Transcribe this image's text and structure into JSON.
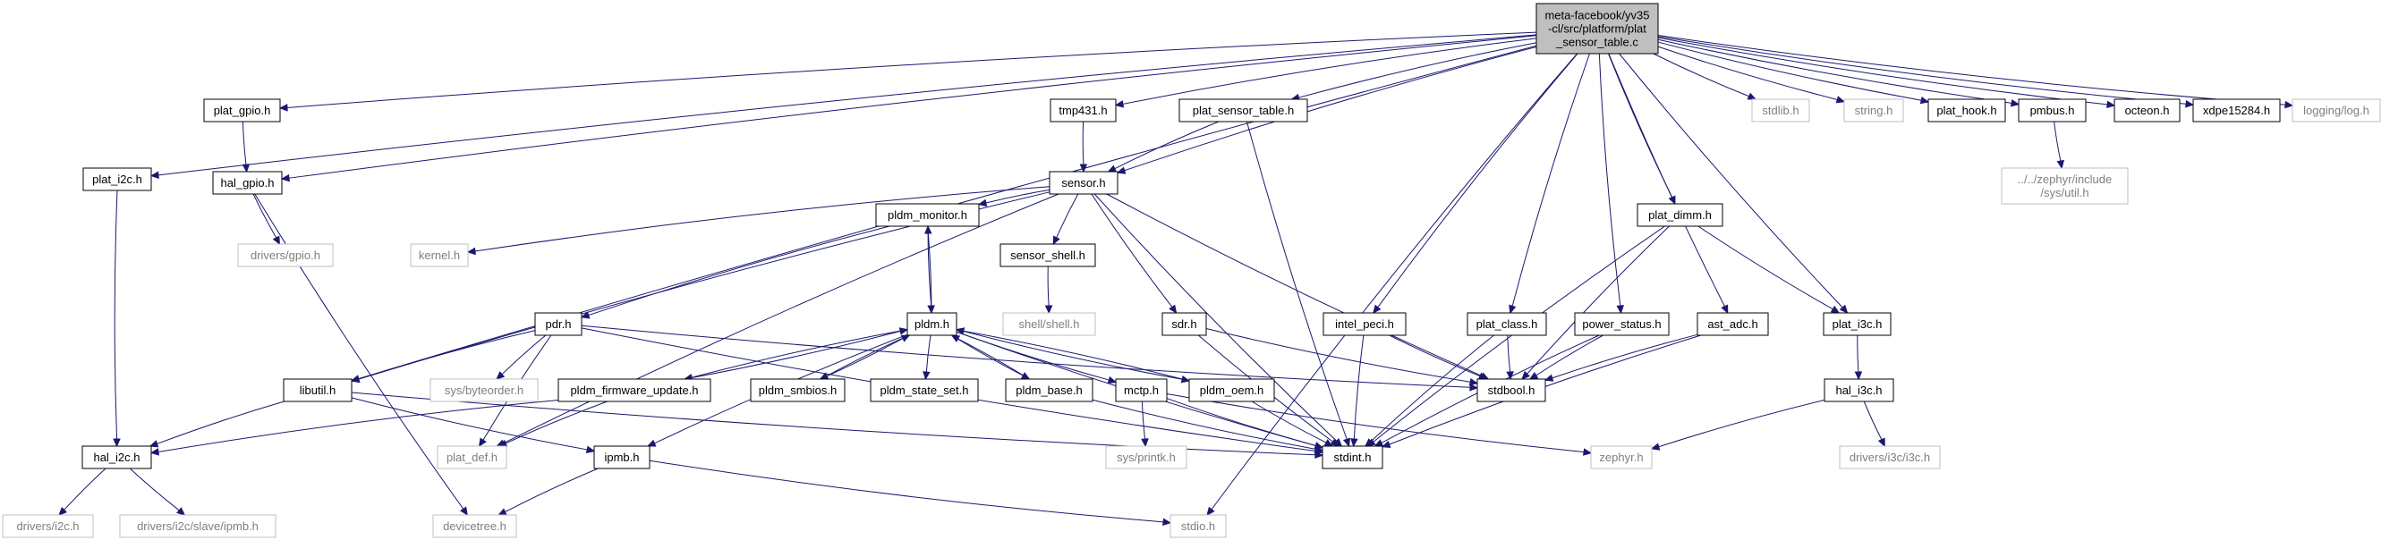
{
  "graph": {
    "type": "include-dependency-graph",
    "colors": {
      "edge": "#191970",
      "root_fill": "#bfbfbf",
      "node_border": "#000000",
      "external_border": "#bfbfbf",
      "external_text": "#7f7f7f"
    },
    "nodes": [
      {
        "id": "root",
        "lines": [
          "meta-facebook/yv35",
          "-cl/src/platform/plat",
          "_sensor_table.c"
        ],
        "kind": "root"
      },
      {
        "id": "plat_i2c_h",
        "lines": [
          "plat_i2c.h"
        ],
        "kind": "file"
      },
      {
        "id": "plat_gpio_h",
        "lines": [
          "plat_gpio.h"
        ],
        "kind": "file"
      },
      {
        "id": "hal_gpio_h",
        "lines": [
          "hal_gpio.h"
        ],
        "kind": "file"
      },
      {
        "id": "drivers_gpio_h",
        "lines": [
          "drivers/gpio.h"
        ],
        "kind": "ext"
      },
      {
        "id": "tmp431_h",
        "lines": [
          "tmp431.h"
        ],
        "kind": "file"
      },
      {
        "id": "plat_sensor_table_h",
        "lines": [
          "plat_sensor_table.h"
        ],
        "kind": "file"
      },
      {
        "id": "sensor_h",
        "lines": [
          "sensor.h"
        ],
        "kind": "file"
      },
      {
        "id": "kernel_h",
        "lines": [
          "kernel.h"
        ],
        "kind": "ext"
      },
      {
        "id": "pldm_monitor_h",
        "lines": [
          "pldm_monitor.h"
        ],
        "kind": "file"
      },
      {
        "id": "sensor_shell_h",
        "lines": [
          "sensor_shell.h"
        ],
        "kind": "file"
      },
      {
        "id": "shell_shell_h",
        "lines": [
          "shell/shell.h"
        ],
        "kind": "ext"
      },
      {
        "id": "pdr_h",
        "lines": [
          "pdr.h"
        ],
        "kind": "file"
      },
      {
        "id": "pldm_h",
        "lines": [
          "pldm.h"
        ],
        "kind": "file"
      },
      {
        "id": "sdr_h",
        "lines": [
          "sdr.h"
        ],
        "kind": "file"
      },
      {
        "id": "intel_peci_h",
        "lines": [
          "intel_peci.h"
        ],
        "kind": "file"
      },
      {
        "id": "plat_class_h",
        "lines": [
          "plat_class.h"
        ],
        "kind": "file"
      },
      {
        "id": "power_status_h",
        "lines": [
          "power_status.h"
        ],
        "kind": "file"
      },
      {
        "id": "ast_adc_h",
        "lines": [
          "ast_adc.h"
        ],
        "kind": "file"
      },
      {
        "id": "plat_dimm_h",
        "lines": [
          "plat_dimm.h"
        ],
        "kind": "file"
      },
      {
        "id": "plat_i3c_h",
        "lines": [
          "plat_i3c.h"
        ],
        "kind": "file"
      },
      {
        "id": "hal_i3c_h",
        "lines": [
          "hal_i3c.h"
        ],
        "kind": "file"
      },
      {
        "id": "drivers_i3c_h",
        "lines": [
          "drivers/i3c/i3c.h"
        ],
        "kind": "ext"
      },
      {
        "id": "stdlib_h",
        "lines": [
          "stdlib.h"
        ],
        "kind": "ext"
      },
      {
        "id": "string_h",
        "lines": [
          "string.h"
        ],
        "kind": "ext"
      },
      {
        "id": "plat_hook_h",
        "lines": [
          "plat_hook.h"
        ],
        "kind": "file"
      },
      {
        "id": "pmbus_h",
        "lines": [
          "pmbus.h"
        ],
        "kind": "file"
      },
      {
        "id": "zephyr_util_h",
        "lines": [
          "../../zephyr/include",
          "/sys/util.h"
        ],
        "kind": "ext"
      },
      {
        "id": "octeon_h",
        "lines": [
          "octeon.h"
        ],
        "kind": "file"
      },
      {
        "id": "xdpe15284_h",
        "lines": [
          "xdpe15284.h"
        ],
        "kind": "file"
      },
      {
        "id": "logging_log_h",
        "lines": [
          "logging/log.h"
        ],
        "kind": "ext"
      },
      {
        "id": "libutil_h",
        "lines": [
          "libutil.h"
        ],
        "kind": "file"
      },
      {
        "id": "sys_byteorder_h",
        "lines": [
          "sys/byteorder.h"
        ],
        "kind": "ext"
      },
      {
        "id": "pldm_firmware_update_h",
        "lines": [
          "pldm_firmware_update.h"
        ],
        "kind": "file"
      },
      {
        "id": "pldm_smbios_h",
        "lines": [
          "pldm_smbios.h"
        ],
        "kind": "file"
      },
      {
        "id": "pldm_state_set_h",
        "lines": [
          "pldm_state_set.h"
        ],
        "kind": "file"
      },
      {
        "id": "pldm_base_h",
        "lines": [
          "pldm_base.h"
        ],
        "kind": "file"
      },
      {
        "id": "mctp_h",
        "lines": [
          "mctp.h"
        ],
        "kind": "file"
      },
      {
        "id": "pldm_oem_h",
        "lines": [
          "pldm_oem.h"
        ],
        "kind": "file"
      },
      {
        "id": "stdbool_h",
        "lines": [
          "stdbool.h"
        ],
        "kind": "file"
      },
      {
        "id": "hal_i2c_h",
        "lines": [
          "hal_i2c.h"
        ],
        "kind": "file"
      },
      {
        "id": "plat_def_h",
        "lines": [
          "plat_def.h"
        ],
        "kind": "ext"
      },
      {
        "id": "ipmb_h",
        "lines": [
          "ipmb.h"
        ],
        "kind": "file"
      },
      {
        "id": "stdint_h",
        "lines": [
          "stdint.h"
        ],
        "kind": "file"
      },
      {
        "id": "sys_printk_h",
        "lines": [
          "sys/printk.h"
        ],
        "kind": "ext"
      },
      {
        "id": "zephyr_h",
        "lines": [
          "zephyr.h"
        ],
        "kind": "ext"
      },
      {
        "id": "drivers_i2c_h",
        "lines": [
          "drivers/i2c.h"
        ],
        "kind": "ext"
      },
      {
        "id": "drivers_i2c_slave_ipmb_h",
        "lines": [
          "drivers/i2c/slave/ipmb.h"
        ],
        "kind": "ext"
      },
      {
        "id": "devicetree_h",
        "lines": [
          "devicetree.h"
        ],
        "kind": "ext"
      },
      {
        "id": "stdio_h",
        "lines": [
          "stdio.h"
        ],
        "kind": "ext"
      }
    ],
    "edges": [
      [
        "root",
        "plat_i2c_h"
      ],
      [
        "root",
        "plat_gpio_h"
      ],
      [
        "root",
        "hal_gpio_h"
      ],
      [
        "root",
        "tmp431_h"
      ],
      [
        "root",
        "plat_sensor_table_h"
      ],
      [
        "root",
        "sensor_h"
      ],
      [
        "root",
        "libutil_h"
      ],
      [
        "root",
        "intel_peci_h"
      ],
      [
        "root",
        "plat_class_h"
      ],
      [
        "root",
        "power_status_h"
      ],
      [
        "root",
        "ast_adc_h"
      ],
      [
        "root",
        "plat_dimm_h"
      ],
      [
        "root",
        "plat_i3c_h"
      ],
      [
        "root",
        "stdlib_h"
      ],
      [
        "root",
        "string_h"
      ],
      [
        "root",
        "plat_hook_h"
      ],
      [
        "root",
        "pmbus_h"
      ],
      [
        "root",
        "octeon_h"
      ],
      [
        "root",
        "xdpe15284_h"
      ],
      [
        "root",
        "logging_log_h"
      ],
      [
        "root",
        "stdio_h"
      ],
      [
        "plat_i2c_h",
        "hal_i2c_h"
      ],
      [
        "plat_gpio_h",
        "hal_gpio_h"
      ],
      [
        "hal_gpio_h",
        "drivers_gpio_h"
      ],
      [
        "hal_gpio_h",
        "devicetree_h"
      ],
      [
        "tmp431_h",
        "sensor_h"
      ],
      [
        "plat_sensor_table_h",
        "sensor_h"
      ],
      [
        "plat_sensor_table_h",
        "stdint_h"
      ],
      [
        "sensor_h",
        "kernel_h"
      ],
      [
        "sensor_h",
        "pldm_monitor_h"
      ],
      [
        "sensor_h",
        "sensor_shell_h"
      ],
      [
        "sensor_h",
        "sdr_h"
      ],
      [
        "sensor_h",
        "libutil_h"
      ],
      [
        "sensor_h",
        "plat_def_h"
      ],
      [
        "sensor_h",
        "stdbool_h"
      ],
      [
        "sensor_h",
        "stdint_h"
      ],
      [
        "sensor_shell_h",
        "shell_shell_h"
      ],
      [
        "pldm_monitor_h",
        "pdr_h"
      ],
      [
        "pldm_monitor_h",
        "pldm_h"
      ],
      [
        "pdr_h",
        "libutil_h"
      ],
      [
        "pdr_h",
        "sys_byteorder_h"
      ],
      [
        "pdr_h",
        "plat_def_h"
      ],
      [
        "pdr_h",
        "stdint_h"
      ],
      [
        "pdr_h",
        "stdbool_h"
      ],
      [
        "pldm_h",
        "pldm_monitor_h"
      ],
      [
        "pldm_h",
        "pldm_firmware_update_h"
      ],
      [
        "pldm_h",
        "pldm_smbios_h"
      ],
      [
        "pldm_h",
        "pldm_state_set_h"
      ],
      [
        "pldm_h",
        "pldm_base_h"
      ],
      [
        "pldm_h",
        "mctp_h"
      ],
      [
        "pldm_h",
        "pldm_oem_h"
      ],
      [
        "pldm_h",
        "ipmb_h"
      ],
      [
        "pldm_h",
        "stdint_h"
      ],
      [
        "pldm_firmware_update_h",
        "pldm_h"
      ],
      [
        "pldm_firmware_update_h",
        "hal_i2c_h"
      ],
      [
        "pldm_firmware_update_h",
        "plat_def_h"
      ],
      [
        "pldm_smbios_h",
        "pldm_h"
      ],
      [
        "pldm_base_h",
        "pldm_h"
      ],
      [
        "pldm_base_h",
        "stdint_h"
      ],
      [
        "pldm_oem_h",
        "pldm_h"
      ],
      [
        "pldm_oem_h",
        "stdint_h"
      ],
      [
        "mctp_h",
        "sys_printk_h"
      ],
      [
        "mctp_h",
        "stdint_h"
      ],
      [
        "mctp_h",
        "zephyr_h"
      ],
      [
        "sdr_h",
        "stdint_h"
      ],
      [
        "sdr_h",
        "stdbool_h"
      ],
      [
        "intel_peci_h",
        "stdbool_h"
      ],
      [
        "intel_peci_h",
        "stdint_h"
      ],
      [
        "plat_class_h",
        "stdbool_h"
      ],
      [
        "plat_class_h",
        "stdint_h"
      ],
      [
        "power_status_h",
        "stdbool_h"
      ],
      [
        "power_status_h",
        "stdint_h"
      ],
      [
        "ast_adc_h",
        "stdbool_h"
      ],
      [
        "ast_adc_h",
        "stdint_h"
      ],
      [
        "plat_dimm_h",
        "plat_i3c_h"
      ],
      [
        "plat_dimm_h",
        "stdbool_h"
      ],
      [
        "plat_dimm_h",
        "stdint_h"
      ],
      [
        "plat_i3c_h",
        "hal_i3c_h"
      ],
      [
        "hal_i3c_h",
        "drivers_i3c_h"
      ],
      [
        "hal_i3c_h",
        "zephyr_h"
      ],
      [
        "pmbus_h",
        "zephyr_util_h"
      ],
      [
        "libutil_h",
        "hal_i2c_h"
      ],
      [
        "libutil_h",
        "ipmb_h"
      ],
      [
        "libutil_h",
        "stdint_h"
      ],
      [
        "hal_i2c_h",
        "drivers_i2c_h"
      ],
      [
        "hal_i2c_h",
        "drivers_i2c_slave_ipmb_h"
      ],
      [
        "ipmb_h",
        "devicetree_h"
      ],
      [
        "ipmb_h",
        "stdio_h"
      ]
    ]
  }
}
